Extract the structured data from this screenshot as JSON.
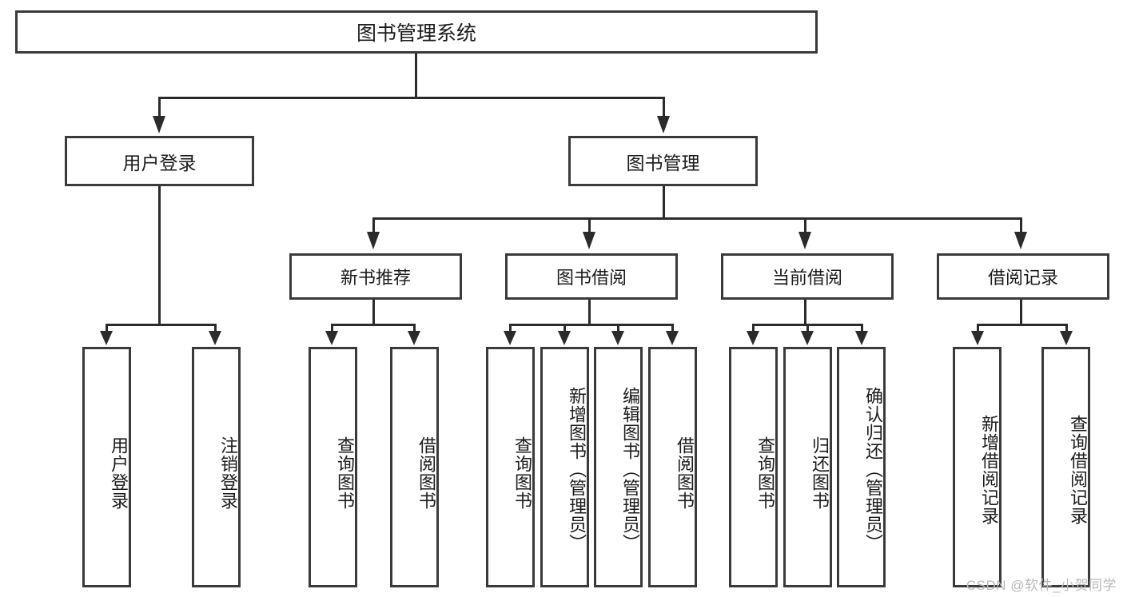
{
  "diagram": {
    "title": "图书管理系统",
    "type": "hierarchy-tree",
    "root": {
      "id": "root",
      "label": "图书管理系统"
    },
    "level1": [
      {
        "id": "user-login",
        "label": "用户登录"
      },
      {
        "id": "book-manage",
        "label": "图书管理"
      }
    ],
    "level2": [
      {
        "id": "new-book-recommend",
        "label": "新书推荐"
      },
      {
        "id": "book-borrow",
        "label": "图书借阅"
      },
      {
        "id": "current-borrow",
        "label": "当前借阅"
      },
      {
        "id": "borrow-record",
        "label": "借阅记录"
      }
    ],
    "leaves": {
      "user_login": [
        {
          "id": "leaf-user-login",
          "label": "用户登录"
        },
        {
          "id": "leaf-user-logout",
          "label": "注销登录"
        }
      ],
      "new_book_recommend": [
        {
          "id": "leaf-query-book-1",
          "label": "查询图书"
        },
        {
          "id": "leaf-borrow-book-1",
          "label": "借阅图书"
        }
      ],
      "book_borrow": [
        {
          "id": "leaf-query-book-2",
          "label": "查询图书"
        },
        {
          "id": "leaf-add-book",
          "label": "新增图书（管理员）"
        },
        {
          "id": "leaf-edit-book",
          "label": "编辑图书（管理员）"
        },
        {
          "id": "leaf-borrow-book-2",
          "label": "借阅图书"
        }
      ],
      "current_borrow": [
        {
          "id": "leaf-query-book-3",
          "label": "查询图书"
        },
        {
          "id": "leaf-return-book",
          "label": "归还图书"
        },
        {
          "id": "leaf-confirm-return",
          "label": "确认归还（管理员）"
        }
      ],
      "borrow_record": [
        {
          "id": "leaf-add-record",
          "label": "新增借阅记录"
        },
        {
          "id": "leaf-query-record",
          "label": "查询借阅记录"
        }
      ]
    }
  },
  "watermark": {
    "text": "CSDN @软件_小贺同学"
  },
  "colors": {
    "box_border": "#3a3a3a",
    "connector": "#2b2b2b",
    "background": "#ffffff",
    "text": "#1b1b1b",
    "watermark": "#b9b9b9"
  }
}
